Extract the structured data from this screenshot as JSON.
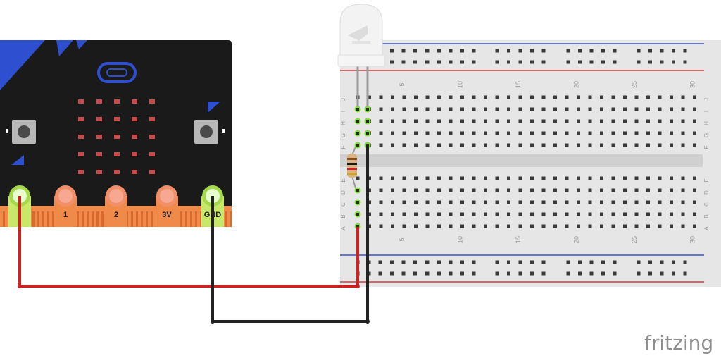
{
  "microbit": {
    "pins": [
      {
        "label": "",
        "highlight": true
      },
      {
        "label": "1",
        "highlight": false
      },
      {
        "label": "2",
        "highlight": false
      },
      {
        "label": "3V",
        "highlight": false
      },
      {
        "label": "GND",
        "highlight": true
      }
    ],
    "body_color": "#1a1a1a",
    "accent_color": "#2d4fd0",
    "pin_color": "#f08a48",
    "led_color": "#c84a4a"
  },
  "breadboard": {
    "columns": 30,
    "number_labels": [
      "5",
      "10",
      "15",
      "20",
      "25",
      "30"
    ],
    "row_letters_top": [
      "J",
      "I",
      "H",
      "G",
      "F"
    ],
    "row_letters_bottom": [
      "E",
      "D",
      "C",
      "B",
      "A"
    ],
    "rail_red": "#d23c3c",
    "rail_blue": "#3c52c8"
  },
  "wires": [
    {
      "name": "red-wire",
      "color": "#d12020"
    },
    {
      "name": "black-wire",
      "color": "#222222"
    }
  ],
  "components": {
    "led": "white LED",
    "resistor": "resistor"
  },
  "watermark": "fritzing"
}
